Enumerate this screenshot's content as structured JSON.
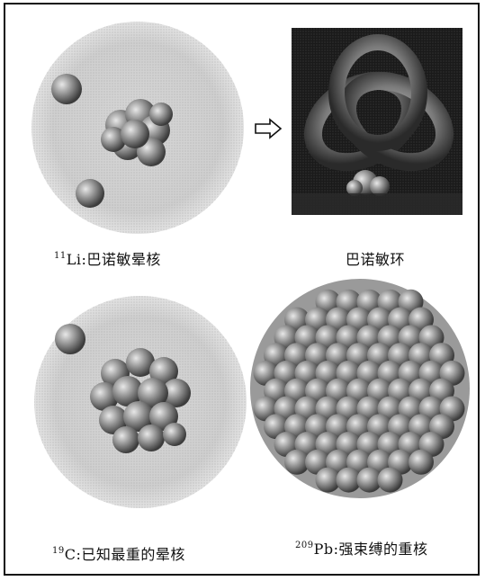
{
  "figure": {
    "panels": [
      {
        "id": "li11",
        "caption_sup": "11",
        "caption_text": "Li:巴诺敏晕核"
      },
      {
        "id": "ring",
        "caption_sup": "",
        "caption_text": "巴诺敏环"
      },
      {
        "id": "c19",
        "caption_sup": "19",
        "caption_text": "C:已知最重的晕核"
      },
      {
        "id": "pb209",
        "caption_sup": "209",
        "caption_text": "Pb:强束缚的重核"
      }
    ]
  },
  "colors": {
    "halo": "#c9c9c9",
    "nucleon": "#8a8a8a",
    "ring_bg": "#1a1a1a",
    "border": "#111111"
  },
  "icons": {
    "arrow": "right-arrow-icon"
  }
}
